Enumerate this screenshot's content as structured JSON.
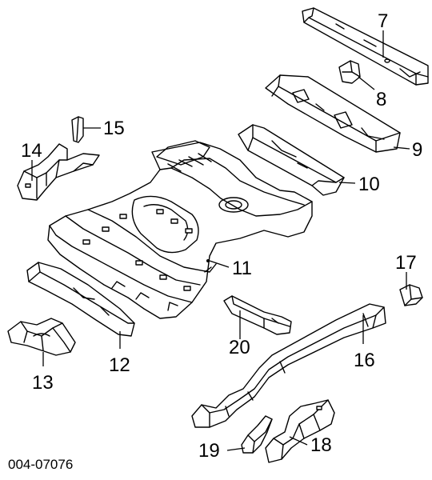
{
  "document_number": "004-07076",
  "callouts": [
    {
      "id": "7",
      "text": "7"
    },
    {
      "id": "8",
      "text": "8"
    },
    {
      "id": "9",
      "text": "9"
    },
    {
      "id": "10",
      "text": "10"
    },
    {
      "id": "11",
      "text": "11"
    },
    {
      "id": "12",
      "text": "12"
    },
    {
      "id": "13",
      "text": "13"
    },
    {
      "id": "14",
      "text": "14"
    },
    {
      "id": "15",
      "text": "15"
    },
    {
      "id": "16",
      "text": "16"
    },
    {
      "id": "17",
      "text": "17"
    },
    {
      "id": "18",
      "text": "18"
    },
    {
      "id": "19",
      "text": "19"
    },
    {
      "id": "20",
      "text": "20"
    }
  ]
}
